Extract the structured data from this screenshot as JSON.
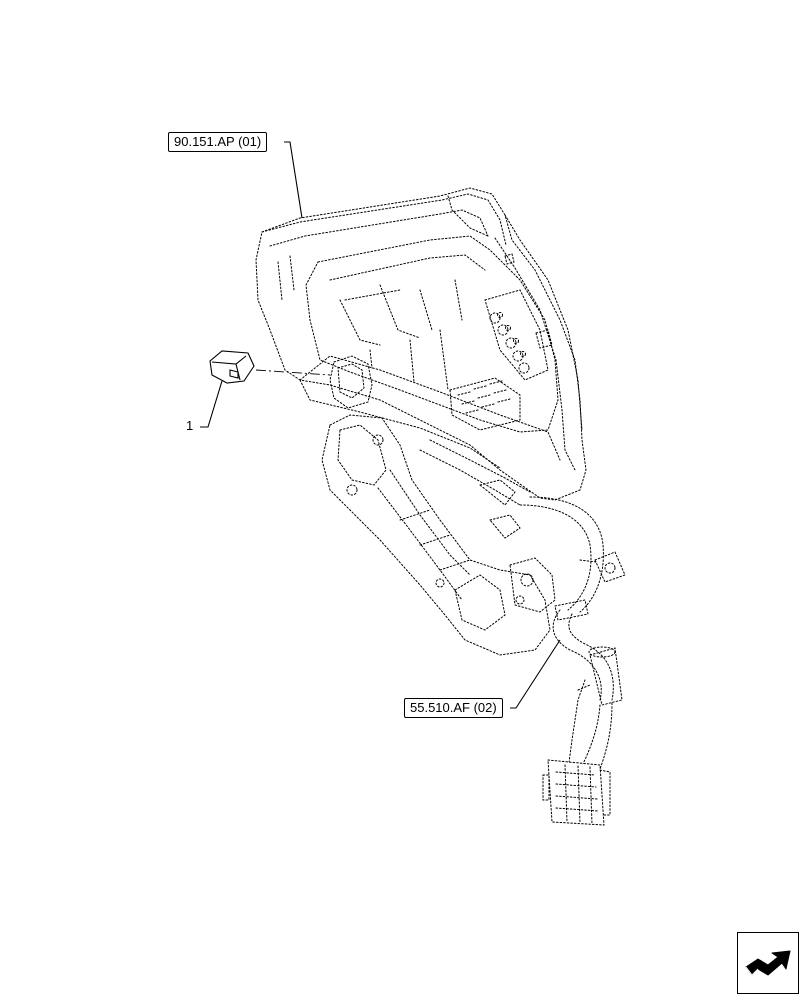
{
  "references": {
    "upper": "90.151.AP (01)",
    "lower": "55.510.AF (02)"
  },
  "callouts": {
    "item_1": "1"
  },
  "icons": {
    "nav": "next-page-arrow-icon"
  }
}
